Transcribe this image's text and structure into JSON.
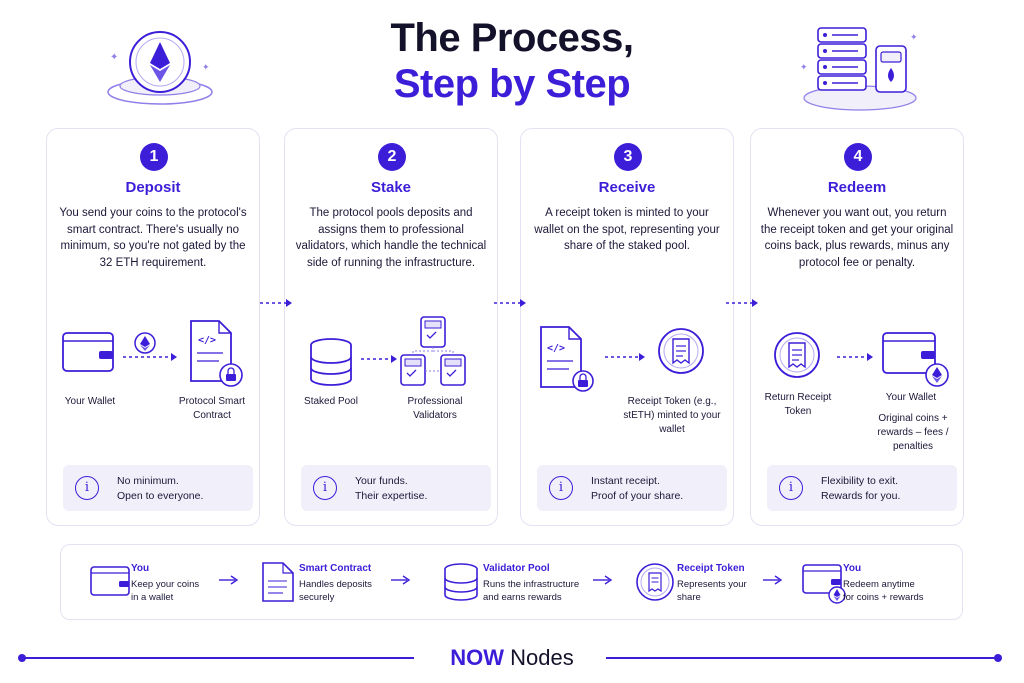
{
  "header": {
    "title_line1": "The Process,",
    "title_line2": "Step by Step"
  },
  "colors": {
    "accent": "#3d1ed8",
    "text": "#1b1838",
    "note_bg": "#f1effa",
    "border": "#e4e1f2"
  },
  "steps": [
    {
      "number": "1",
      "title": "Deposit",
      "description": "You send your coins to the protocol's smart contract. There's usually no minimum, so you're not gated by the 32 ETH requirement.",
      "left_label": "Your Wallet",
      "right_label": "Protocol Smart Contract",
      "note": [
        "No minimum.",
        "Open to everyone."
      ]
    },
    {
      "number": "2",
      "title": "Stake",
      "description": "The protocol pools deposits and assigns them to professional validators, which handle the technical side of running the infrastructure.",
      "left_label": "Staked Pool",
      "right_label": "Professional Validators",
      "note": [
        "Your funds.",
        "Their expertise."
      ]
    },
    {
      "number": "3",
      "title": "Receive",
      "description": "A receipt token is minted to your wallet on the spot, representing your share of the staked pool.",
      "right_label": "Receipt Token (e.g., stETH) minted to your wallet",
      "note": [
        "Instant receipt.",
        "Proof of your share."
      ]
    },
    {
      "number": "4",
      "title": "Redeem",
      "description": "Whenever you want out, you return the receipt token and get your original coins back, plus rewards, minus any protocol fee or penalty.",
      "left_label": "Return Receipt Token",
      "right_label": "Your Wallet",
      "right_sub": "Original coins + rewards – fees / penalties",
      "note": [
        "Flexibility to exit.",
        "Rewards for you."
      ]
    }
  ],
  "summary": [
    {
      "title": "You",
      "desc": [
        "Keep your coins",
        "in a wallet"
      ],
      "icon": "wallet-icon"
    },
    {
      "title": "Smart Contract",
      "desc": [
        "Handles deposits",
        "securely"
      ],
      "icon": "document-icon"
    },
    {
      "title": "Validator Pool",
      "desc": [
        "Runs the infrastructure",
        "and earns rewards"
      ],
      "icon": "database-icon"
    },
    {
      "title": "Receipt Token",
      "desc": [
        "Represents your",
        "share"
      ],
      "icon": "receipt-token-icon"
    },
    {
      "title": "You",
      "desc": [
        "Redeem anytime",
        "for coins + rewards"
      ],
      "icon": "wallet-eth-icon"
    }
  ],
  "footer": {
    "brand_bold": "NOW",
    "brand_regular": "Nodes"
  }
}
